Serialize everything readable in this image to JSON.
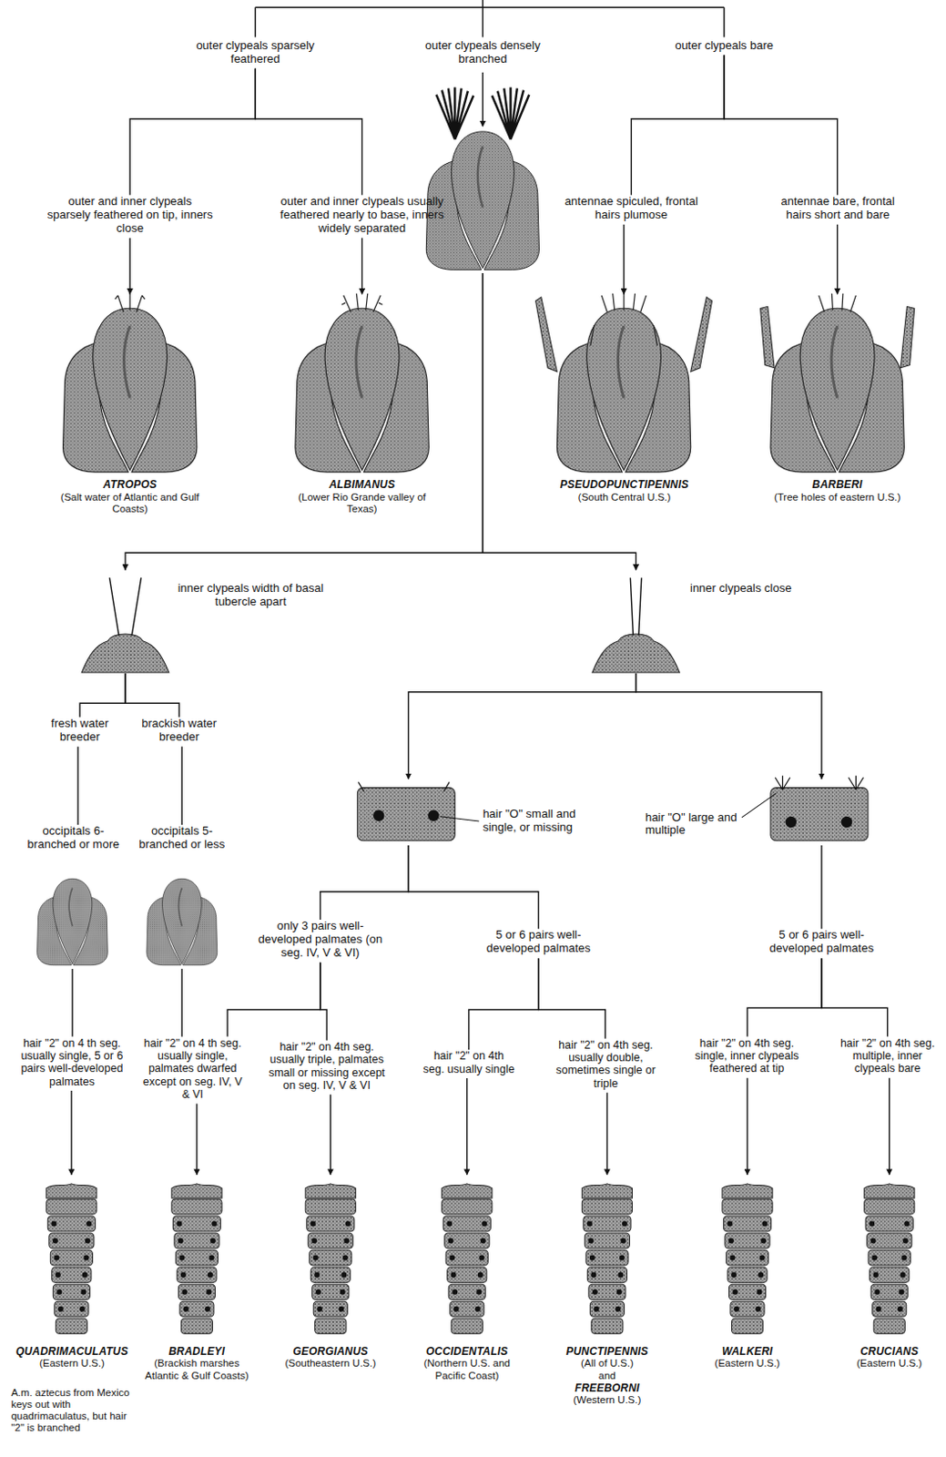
{
  "diagram": {
    "nodes": [
      {
        "text": [
          "outer clypeals sparsely feathered"
        ]
      },
      {
        "text": [
          "outer clypeals densely branched"
        ]
      },
      {
        "text": [
          "outer clypeals bare"
        ]
      },
      {
        "text": [
          "outer and inner clypeals sparsely feathered on tip, inners close"
        ]
      },
      {
        "text": [
          "outer and inner clypeals usually feathered nearly to base, inners widely separated"
        ]
      },
      {
        "text": [
          "antennae spiculed, frontal hairs plumose"
        ]
      },
      {
        "text": [
          "antennae bare, frontal hairs short and bare"
        ]
      },
      {
        "text": [
          "ATROPOS",
          "(Salt water of Atlantic and Gulf Coasts)"
        ]
      },
      {
        "text": [
          "ALBIMANUS",
          "(Lower Rio Grande valley of Texas)"
        ]
      },
      {
        "text": [
          "PSEUDOPUNCTIPENNIS",
          "(South Central U.S.)"
        ]
      },
      {
        "text": [
          "BARBERI",
          "(Tree holes of eastern U.S.)"
        ]
      },
      {
        "text": [
          "inner clypeals width of basal tubercle apart"
        ]
      },
      {
        "text": [
          "inner clypeals close"
        ]
      },
      {
        "text": [
          "fresh water breeder"
        ]
      },
      {
        "text": [
          "brackish water breeder"
        ]
      },
      {
        "text": [
          "hair \"O\" small and single, or missing"
        ]
      },
      {
        "text": [
          "hair \"O\" large and multiple"
        ]
      },
      {
        "text": [
          "occipitals 6-branched or more"
        ]
      },
      {
        "text": [
          "occipitals 5-branched or less"
        ]
      },
      {
        "text": [
          "only 3 pairs well-developed palmates (on seg. IV, V & VI)"
        ]
      },
      {
        "text": [
          "5 or 6 pairs well-developed palmates"
        ]
      },
      {
        "text": [
          "5 or 6 pairs well-developed palmates"
        ]
      },
      {
        "text": [
          "hair \"2\" on 4 th seg. usually single, 5 or 6 pairs well-developed palmates"
        ]
      },
      {
        "text": [
          "hair \"2\" on 4 th seg. usually single, palmates dwarfed except on seg. IV, V & VI"
        ]
      },
      {
        "text": [
          "hair \"2\" on 4th seg. usually triple, palmates small or missing except on seg. IV, V & VI"
        ]
      },
      {
        "text": [
          "hair \"2\" on 4th seg. usually single"
        ]
      },
      {
        "text": [
          "hair \"2\" on 4th seg. usually double, sometimes single or triple"
        ]
      },
      {
        "text": [
          "hair \"2\" on 4th seg. single, inner clypeals feathered at tip"
        ]
      },
      {
        "text": [
          "hair \"2\" on 4th seg. multiple, inner clypeals bare"
        ]
      },
      {
        "text": [
          "QUADRIMACULATUS",
          "(Eastern U.S.)"
        ]
      },
      {
        "text": [
          "BRADLEYI",
          "(Brackish marshes Atlantic & Gulf Coasts)"
        ]
      },
      {
        "text": [
          "GEORGIANUS",
          "(Southeastern U.S.)"
        ]
      },
      {
        "text": [
          "OCCIDENTALIS",
          "(Northern U.S. and Pacific Coast)"
        ]
      },
      {
        "text": [
          "PUNCTIPENNIS",
          "(All of U.S.)",
          "and",
          "FREEBORNI",
          "(Western U.S.)"
        ]
      },
      {
        "text": [
          "WALKERI",
          "(Eastern U.S.)"
        ]
      },
      {
        "text": [
          "CRUCIANS",
          "(Eastern U.S.)"
        ]
      }
    ],
    "edges": [
      {
        "from": 0,
        "to": 3,
        "arrow": "none"
      },
      {
        "from": 0,
        "to": 4,
        "arrow": "none"
      },
      {
        "from": 2,
        "to": 5,
        "arrow": "none"
      },
      {
        "from": 2,
        "to": 6,
        "arrow": "none"
      },
      {
        "from": 3,
        "to": 7,
        "arrow": "to"
      },
      {
        "from": 4,
        "to": 8,
        "arrow": "to"
      },
      {
        "from": 5,
        "to": 9,
        "arrow": "to"
      },
      {
        "from": 6,
        "to": 10,
        "arrow": "to"
      },
      {
        "from": 1,
        "to": 11,
        "arrow": "to"
      },
      {
        "from": 1,
        "to": 12,
        "arrow": "to"
      },
      {
        "from": 11,
        "to": 13,
        "arrow": "none"
      },
      {
        "from": 11,
        "to": 14,
        "arrow": "none"
      },
      {
        "from": 13,
        "to": 17,
        "arrow": "none"
      },
      {
        "from": 14,
        "to": 18,
        "arrow": "none"
      },
      {
        "from": 17,
        "to": 22,
        "arrow": "none"
      },
      {
        "from": 18,
        "to": 23,
        "arrow": "none"
      },
      {
        "from": 12,
        "to": 15,
        "arrow": "to"
      },
      {
        "from": 12,
        "to": 16,
        "arrow": "to"
      },
      {
        "from": 15,
        "to": 19,
        "arrow": "none"
      },
      {
        "from": 15,
        "to": 20,
        "arrow": "none"
      },
      {
        "from": 16,
        "to": 21,
        "arrow": "none"
      },
      {
        "from": 19,
        "to": 23,
        "arrow": "none"
      },
      {
        "from": 19,
        "to": 24,
        "arrow": "none"
      },
      {
        "from": 20,
        "to": 25,
        "arrow": "none"
      },
      {
        "from": 20,
        "to": 26,
        "arrow": "none"
      },
      {
        "from": 21,
        "to": 27,
        "arrow": "none"
      },
      {
        "from": 21,
        "to": 28,
        "arrow": "none"
      },
      {
        "from": 22,
        "to": 29,
        "arrow": "to"
      },
      {
        "from": 23,
        "to": 30,
        "arrow": "to"
      },
      {
        "from": 24,
        "to": 31,
        "arrow": "to"
      },
      {
        "from": 25,
        "to": 32,
        "arrow": "to"
      },
      {
        "from": 26,
        "to": 33,
        "arrow": "to"
      },
      {
        "from": 27,
        "to": 34,
        "arrow": "to"
      },
      {
        "from": 28,
        "to": 35,
        "arrow": "to"
      }
    ],
    "labels": [
      "A.m. aztecus from Mexico keys out with quadrimaculatus, but hair \"2\" is branched"
    ]
  }
}
